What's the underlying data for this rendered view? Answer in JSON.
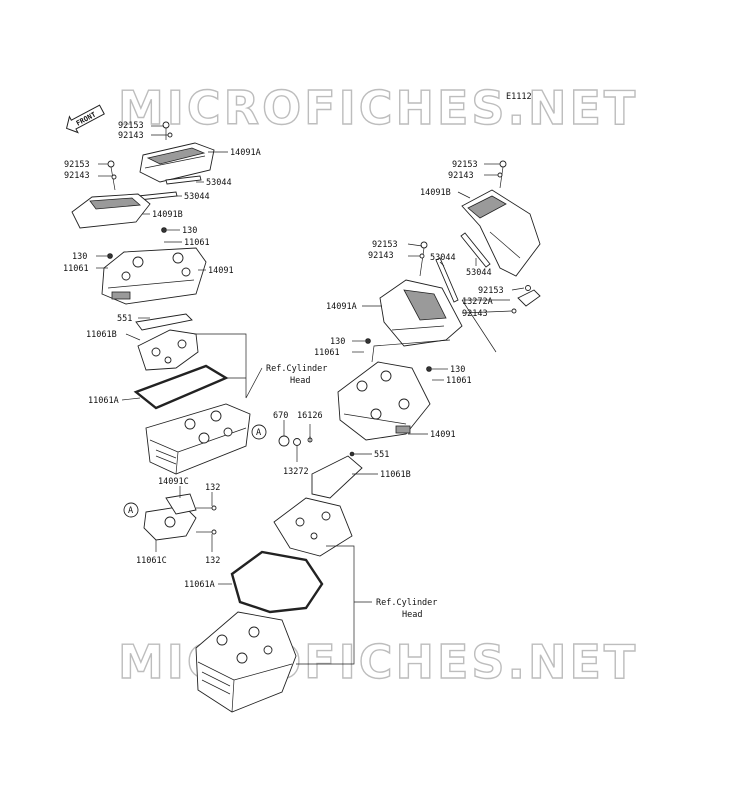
{
  "diagram": {
    "code": "E1112",
    "watermark": "MICROFICHES.NET",
    "front_badge": "FRONT",
    "callout_marker": "A",
    "labels": {
      "p92153_a": "92153",
      "p92143_a": "92143",
      "p14091A_a": "14091A",
      "p92153_b": "92153",
      "p92143_b": "92143",
      "p53044_a": "53044",
      "p53044_b": "53044",
      "p14091B_a": "14091B",
      "p130_a": "130",
      "p11061_a": "11061",
      "p130_b": "130",
      "p11061_b": "11061",
      "p14091_a": "14091",
      "p551_a": "551",
      "p11061B_a": "11061B",
      "p11061A_a": "11061A",
      "p670": "670",
      "p16126": "16126",
      "p13272": "13272",
      "p14091C": "14091C",
      "p132_a": "132",
      "p132_b": "132",
      "p11061C": "11061C",
      "p92153_c": "92153",
      "p92143_c": "92143",
      "p14091B_b": "14091B",
      "p53044_c": "53044",
      "p92153_d": "92153",
      "p92143_d": "92143",
      "p53044_d": "53044",
      "p14091A_b": "14091A",
      "p92153_e": "92153",
      "p13272A": "13272A",
      "p92143_e": "92143",
      "p130_c": "130",
      "p11061_c": "11061",
      "p130_d": "130",
      "p11061_d": "11061",
      "p14091_b": "14091",
      "p551_b": "551",
      "p11061B_b": "11061B",
      "p11061A_b": "11061A"
    },
    "ref_front": {
      "line1": "Ref.Cylinder",
      "line2": "Head"
    },
    "ref_rear": {
      "line1": "Ref.Cylinder",
      "line2": "Head"
    }
  }
}
